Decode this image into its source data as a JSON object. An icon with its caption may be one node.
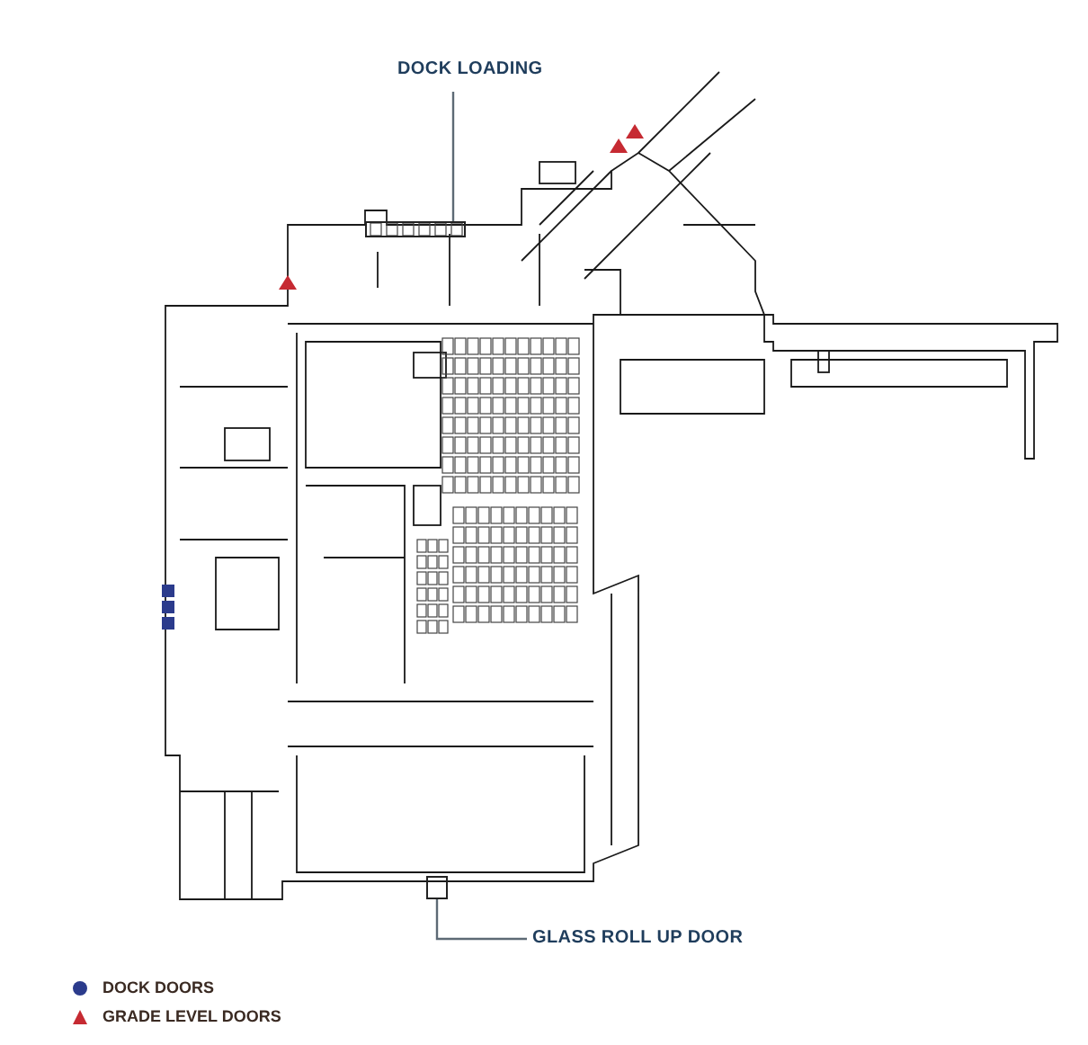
{
  "diagram": {
    "nodes": [
      {
        "text": [
          "DOCK LOADING"
        ]
      },
      {
        "text": [],
        "shape": "box"
      },
      {
        "text": [
          "GLASS ROLL UP DOOR"
        ]
      },
      {
        "text": [],
        "shape": "box"
      }
    ],
    "edges": [
      {
        "from": 0,
        "to": 1,
        "arrow": "none"
      },
      {
        "from": 2,
        "to": 3,
        "arrow": "none"
      }
    ],
    "legend": [
      {
        "text": "DOCK DOORS",
        "color": "#2b3b8c"
      },
      {
        "text": "GRADE LEVEL DOORS",
        "color": "#c62a32"
      }
    ]
  }
}
